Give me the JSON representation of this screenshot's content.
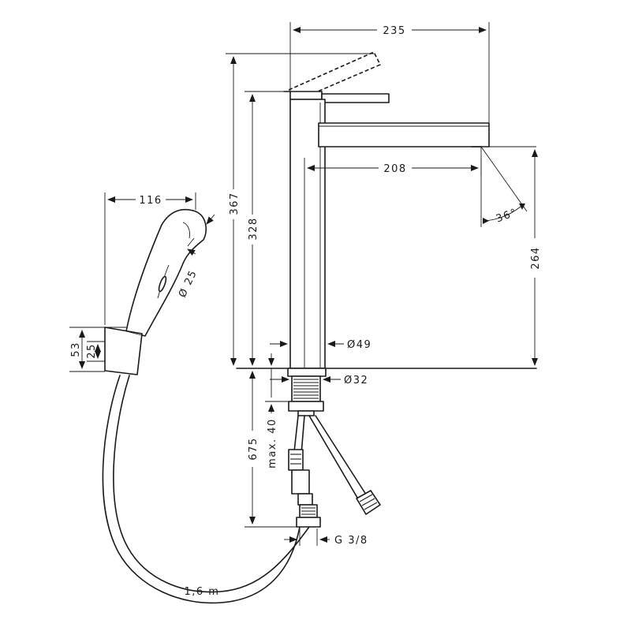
{
  "dimensions": {
    "spout_width": "235",
    "total_height": "367",
    "body_height": "328",
    "spout_reach": "208",
    "spout_angle": "36°",
    "spout_height": "264",
    "body_diameter": "Ø49",
    "shank_diameter": "Ø32",
    "connection_length": "675",
    "max_deck_thickness": "max. 40",
    "thread_size": "G 3/8",
    "handshower_length": "116",
    "handshower_diameter": "Ø 25",
    "holder_height": "53",
    "holder_depth": "25",
    "hose_length": "1,6 m"
  }
}
